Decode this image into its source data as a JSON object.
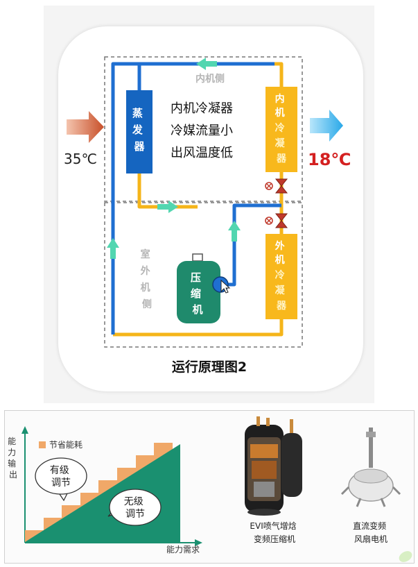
{
  "top": {
    "indoor_side_label": "内机侧",
    "outdoor_side_label": [
      "室",
      "外",
      "机",
      "侧"
    ],
    "evaporator_label": [
      "蒸",
      "发",
      "器"
    ],
    "indoor_condenser_label": [
      "内",
      "机",
      "冷",
      "凝",
      "器"
    ],
    "outdoor_condenser_label": [
      "外",
      "机",
      "冷",
      "凝",
      "器"
    ],
    "compressor_label": [
      "压",
      "缩",
      "机"
    ],
    "description_lines": [
      "内机冷凝器",
      "冷媒流量小",
      "出风温度低"
    ],
    "inlet_temp": "35℃",
    "outlet_temp": "18℃",
    "caption": "运行原理图2"
  },
  "bottom": {
    "chart": {
      "y_axis_label": [
        "能",
        "力",
        "输",
        "出"
      ],
      "x_axis_label": "能力需求",
      "legend_label": "节省能耗",
      "bubble_stepped": [
        "有级",
        "调节"
      ],
      "bubble_stepless": [
        "无级",
        "调节"
      ]
    },
    "compressor_caption": [
      "EVI喷气增焓",
      "变频压缩机"
    ],
    "fan_motor_caption": [
      "直流变频",
      "风扇电机"
    ]
  },
  "colors": {
    "blue_pipe": "#1f6fd1",
    "yellow_pipe": "#f5b51a",
    "evaporator": "#1565c0",
    "condenser": "#f8b81c",
    "compressor": "#1f8a6c",
    "arrow_mint": "#52d6b0",
    "hot_arrow": "#c8502a",
    "cold_arrow": "#29a8e8",
    "outlet_temp_text": "#d42020",
    "chart_green": "#1a9070",
    "chart_orange": "#f0a868"
  }
}
